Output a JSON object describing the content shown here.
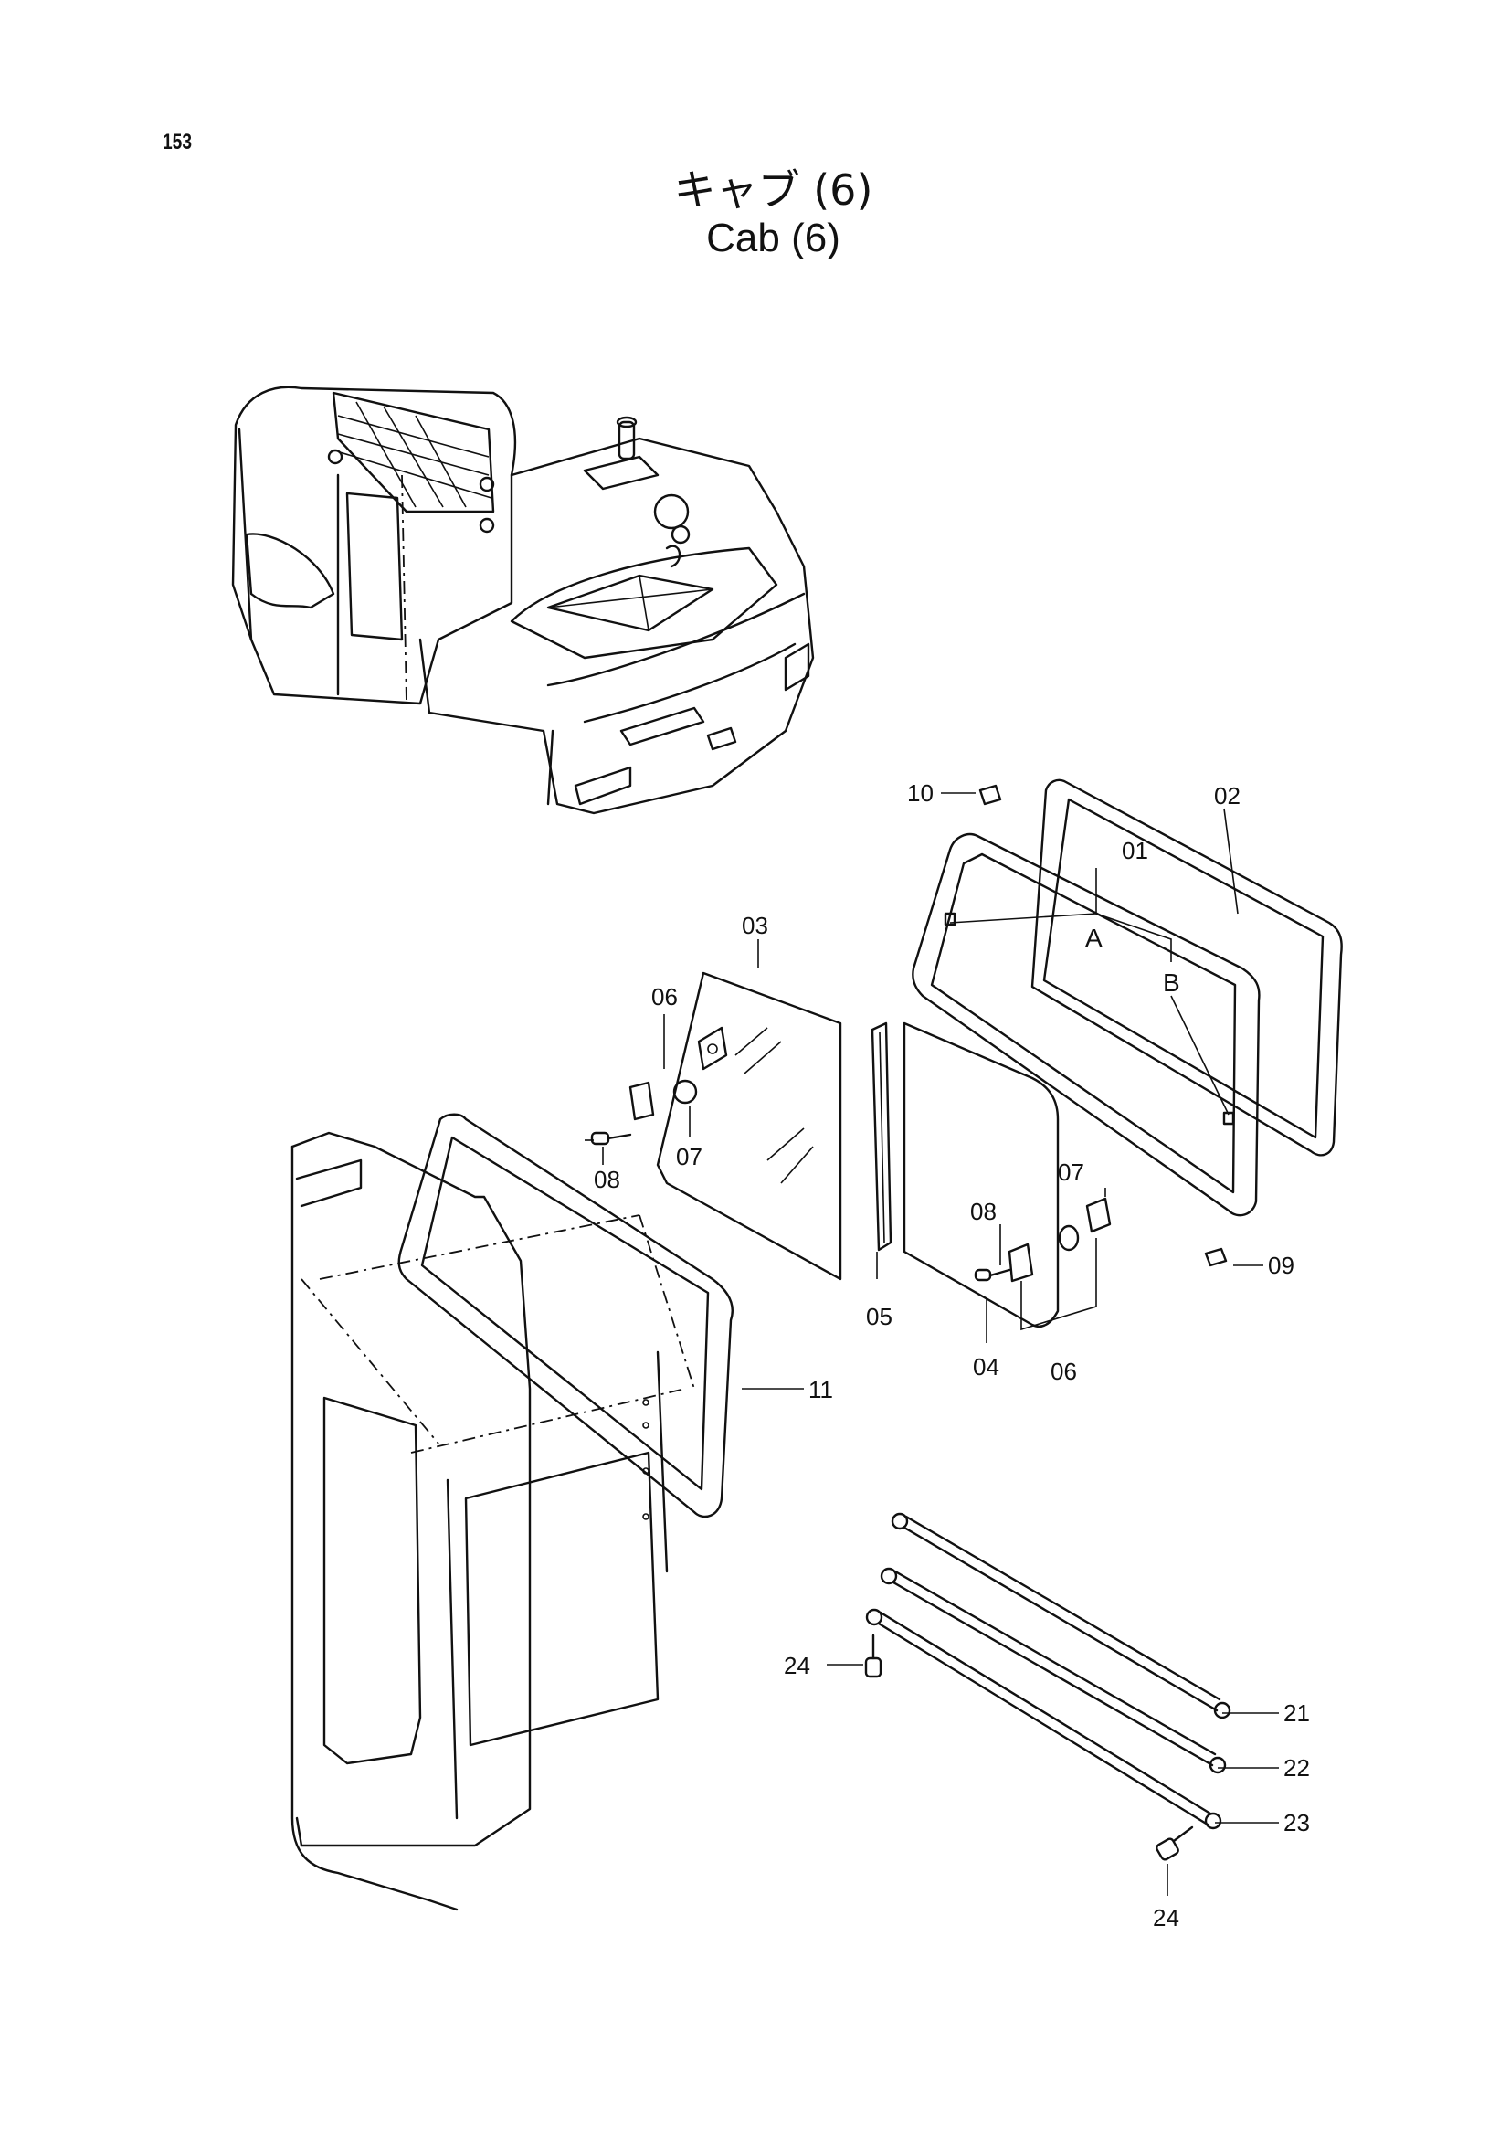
{
  "page": {
    "number": "153"
  },
  "title": {
    "japanese": "キャブ (6)",
    "english": "Cab (6)"
  },
  "callouts": {
    "p01": "01",
    "p02": "02",
    "p03": "03",
    "p04": "04",
    "p05": "05",
    "p06a": "06",
    "p06b": "06",
    "p07a": "07",
    "p07b": "07",
    "p08a": "08",
    "p08b": "08",
    "p09": "09",
    "p10": "10",
    "p11": "11",
    "p21": "21",
    "p22": "22",
    "p23": "23",
    "p24a": "24",
    "p24b": "24",
    "detailA": "A",
    "detailB": "B"
  }
}
